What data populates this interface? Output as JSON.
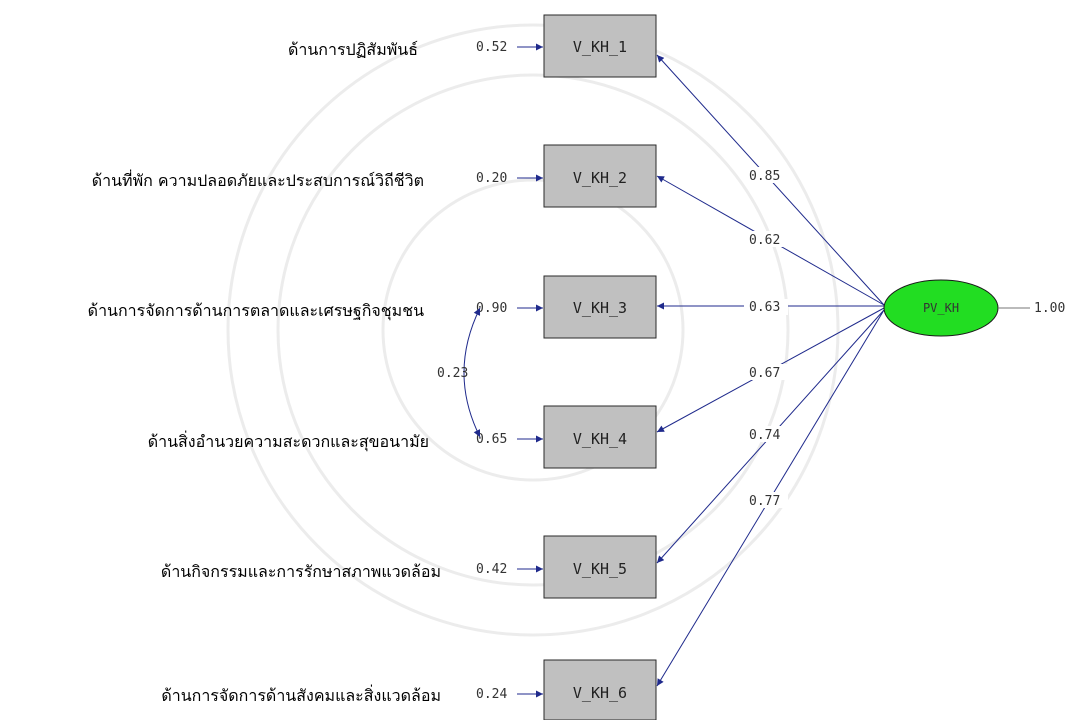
{
  "latent": {
    "label": "PV_KH",
    "variance": "1.00",
    "fill_color": "#22dd22"
  },
  "indicators": [
    {
      "box_label": "V_KH_1",
      "description": "ด้านการปฏิสัมพันธ์",
      "error_variance": "0.52",
      "loading": "0.85"
    },
    {
      "box_label": "V_KH_2",
      "description": "ด้านที่พัก ความปลอดภัยและประสบการณ์วิถีชีวิต",
      "error_variance": "0.20",
      "loading": "0.62"
    },
    {
      "box_label": "V_KH_3",
      "description": "ด้านการจัดการด้านการตลาดและเศรษฐกิจชุมชน",
      "error_variance": "0.90",
      "loading": "0.63"
    },
    {
      "box_label": "V_KH_4",
      "description": "ด้านสิ่งอำนวยความสะดวกและสุขอนามัย",
      "error_variance": "0.65",
      "loading": "0.67"
    },
    {
      "box_label": "V_KH_5",
      "description": "ด้านกิจกรรมและการรักษาสภาพแวดล้อม",
      "error_variance": "0.42",
      "loading": "0.74"
    },
    {
      "box_label": "V_KH_6",
      "description": "ด้านการจัดการด้านสังคมและสิ่งแวดล้อม",
      "error_variance": "0.24",
      "loading": "0.77"
    }
  ],
  "error_covariance": {
    "between": [
      "V_KH_3",
      "V_KH_4"
    ],
    "value": "0.23"
  },
  "colors": {
    "path": "#1f2a8c",
    "box_fill": "#c0c0c0",
    "latent_fill": "#22dd22"
  }
}
